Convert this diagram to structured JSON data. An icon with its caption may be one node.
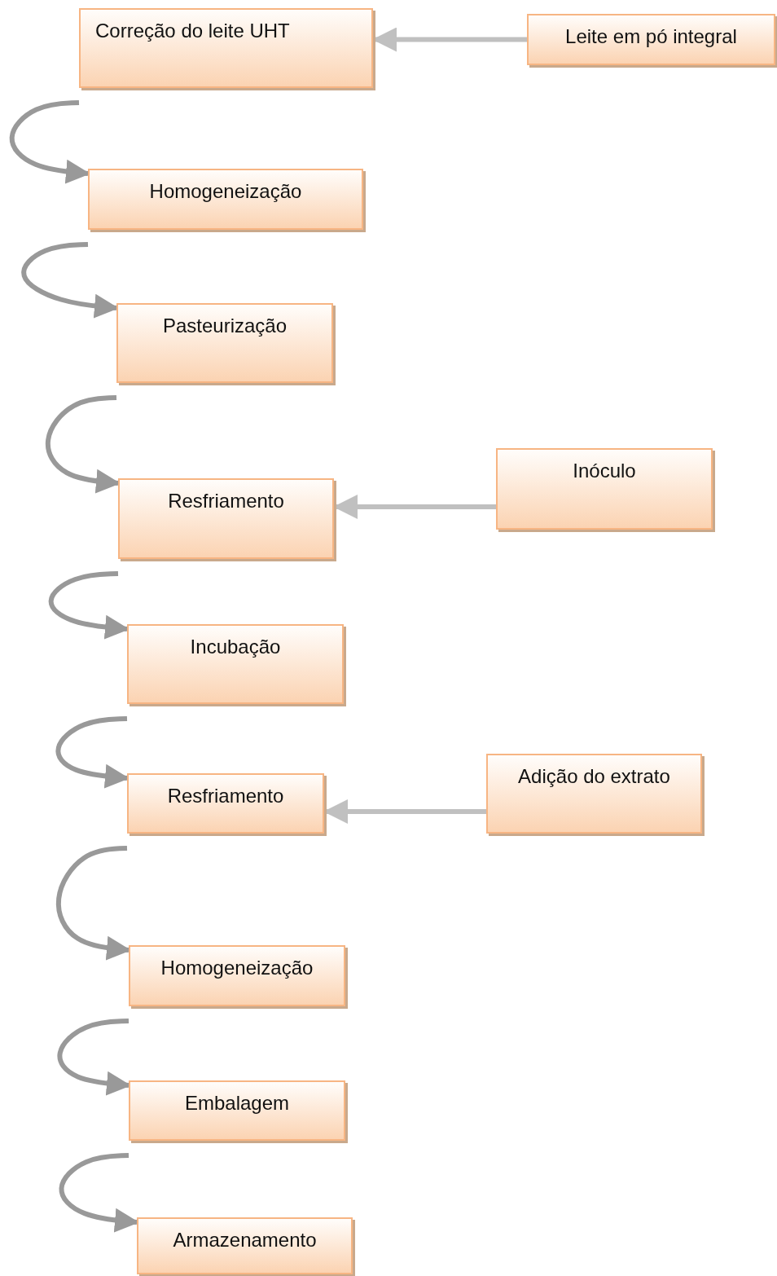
{
  "diagram": {
    "nodes": [
      {
        "text": [
          "Correção do leite UHT"
        ]
      },
      {
        "text": [
          "Leite em pó integral"
        ]
      },
      {
        "text": [
          "Homogeneização"
        ]
      },
      {
        "text": [
          "Pasteurização"
        ]
      },
      {
        "text": [
          "Resfriamento"
        ]
      },
      {
        "text": [
          "Inóculo"
        ]
      },
      {
        "text": [
          "Incubação"
        ]
      },
      {
        "text": [
          "Resfriamento"
        ]
      },
      {
        "text": [
          "Adição do extrato"
        ]
      },
      {
        "text": [
          "Homogeneização"
        ]
      },
      {
        "text": [
          "Embalagem"
        ]
      },
      {
        "text": [
          "Armazenamento"
        ]
      }
    ],
    "edges": [
      {
        "from": 1,
        "to": 0,
        "arrow": "to",
        "color": "#c0c0c0"
      },
      {
        "from": 0,
        "to": 2,
        "arrow": "to"
      },
      {
        "from": 2,
        "to": 3,
        "arrow": "to"
      },
      {
        "from": 3,
        "to": 4,
        "arrow": "to"
      },
      {
        "from": 5,
        "to": 4,
        "arrow": "to",
        "color": "#c0c0c0"
      },
      {
        "from": 4,
        "to": 6,
        "arrow": "to"
      },
      {
        "from": 6,
        "to": 7,
        "arrow": "to"
      },
      {
        "from": 8,
        "to": 7,
        "arrow": "to",
        "color": "#c0c0c0"
      },
      {
        "from": 7,
        "to": 9,
        "arrow": "to"
      },
      {
        "from": 9,
        "to": 10,
        "arrow": "to"
      },
      {
        "from": 10,
        "to": 11,
        "arrow": "to"
      }
    ]
  }
}
